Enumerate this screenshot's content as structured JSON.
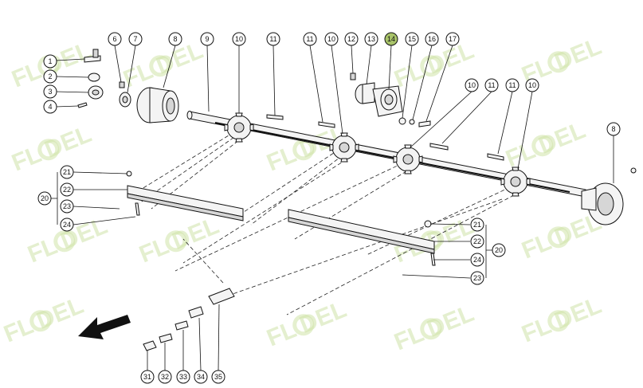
{
  "watermark": {
    "text": "FL  DEL",
    "color": "#cfe3a8"
  },
  "highlight_color": "#a9c46a",
  "callouts": [
    {
      "id": "c1",
      "label": "1"
    },
    {
      "id": "c2",
      "label": "2"
    },
    {
      "id": "c3",
      "label": "3"
    },
    {
      "id": "c4",
      "label": "4"
    },
    {
      "id": "c6",
      "label": "6"
    },
    {
      "id": "c7",
      "label": "7"
    },
    {
      "id": "c8a",
      "label": "8"
    },
    {
      "id": "c9",
      "label": "9"
    },
    {
      "id": "c10a",
      "label": "10"
    },
    {
      "id": "c11a",
      "label": "11"
    },
    {
      "id": "c11b",
      "label": "11"
    },
    {
      "id": "c10b",
      "label": "10"
    },
    {
      "id": "c12",
      "label": "12"
    },
    {
      "id": "c13",
      "label": "13"
    },
    {
      "id": "c14",
      "label": "14",
      "highlight": true
    },
    {
      "id": "c15",
      "label": "15"
    },
    {
      "id": "c16",
      "label": "16"
    },
    {
      "id": "c17",
      "label": "17"
    },
    {
      "id": "c10c",
      "label": "10"
    },
    {
      "id": "c11c",
      "label": "11"
    },
    {
      "id": "c11d",
      "label": "11"
    },
    {
      "id": "c10d",
      "label": "10"
    },
    {
      "id": "c8b",
      "label": "8"
    },
    {
      "id": "c21a",
      "label": "21"
    },
    {
      "id": "c22a",
      "label": "22"
    },
    {
      "id": "c23a",
      "label": "23"
    },
    {
      "id": "c24a",
      "label": "24"
    },
    {
      "id": "c20a",
      "label": "20"
    },
    {
      "id": "c21b",
      "label": "21"
    },
    {
      "id": "c22b",
      "label": "22"
    },
    {
      "id": "c24b",
      "label": "24"
    },
    {
      "id": "c20b",
      "label": "20"
    },
    {
      "id": "c23b",
      "label": "23"
    },
    {
      "id": "c31",
      "label": "31"
    },
    {
      "id": "c32",
      "label": "32"
    },
    {
      "id": "c33",
      "label": "33"
    },
    {
      "id": "c34",
      "label": "34"
    },
    {
      "id": "c35",
      "label": "35"
    }
  ]
}
